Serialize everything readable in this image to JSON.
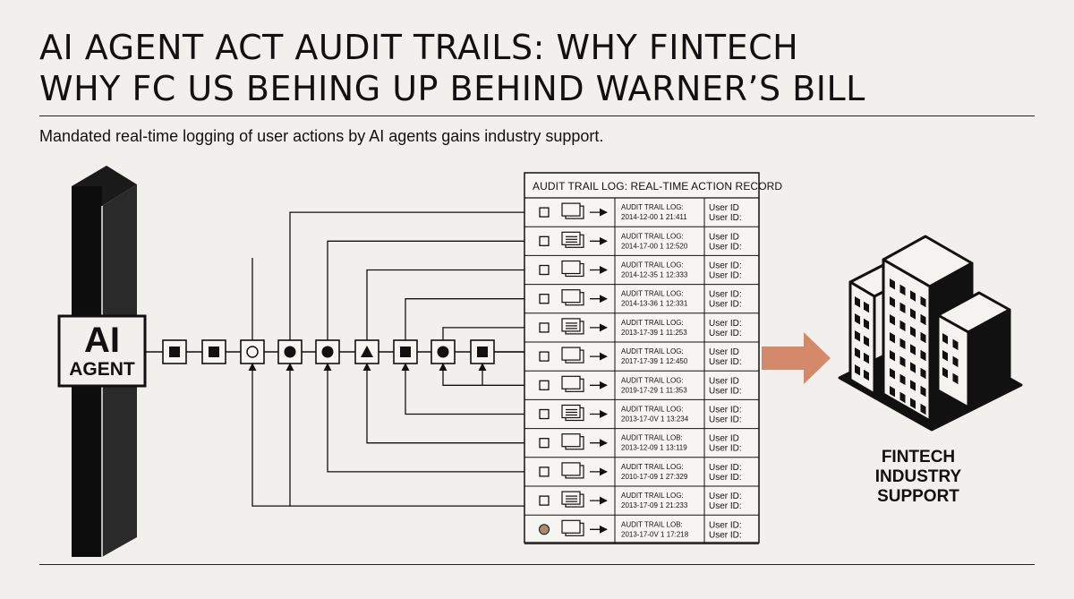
{
  "header": {
    "title_line1": "AI AGENT ACT AUDIT TRAILS: WHY FINTECH",
    "title_line2": "WHY FC US BEHING UP BEHIND WARNER’S BILL",
    "subtitle": "Mandated real-time logging of user actions by AI agents gains industry support."
  },
  "agent": {
    "line1": "AI",
    "line2": "AGENT"
  },
  "pipeline": {
    "nodes": [
      "square",
      "square",
      "circle-open",
      "circle",
      "circle",
      "triangle",
      "square",
      "circle",
      "square"
    ]
  },
  "log": {
    "title": "AUDIT TRAIL LOG: REAL-TIME ACTION RECORD",
    "rows": [
      {
        "label": "AUDIT TRAIL LOG:",
        "stamp": "2014-12-00 1 21:411",
        "uid1": "User ID",
        "uid2": "User ID:",
        "icon": "square"
      },
      {
        "label": "AUDIT TRAIL LOG:",
        "stamp": "2014-17-00 1 12:520",
        "uid1": "User ID",
        "uid2": "User ID:",
        "icon": "square"
      },
      {
        "label": "AUDIT TRAIL LOG:",
        "stamp": "2014-12-35 1 12:333",
        "uid1": "User ID:",
        "uid2": "User ID:",
        "icon": "square"
      },
      {
        "label": "AUDIT TRAIL LOG:",
        "stamp": "2014-13-36 1 12:331",
        "uid1": "User ID:",
        "uid2": "User ID:",
        "icon": "square"
      },
      {
        "label": "AUDIT TRAIL LOG:",
        "stamp": "2013-17-39 1 11:253",
        "uid1": "User ID:",
        "uid2": "User ID:",
        "icon": "square"
      },
      {
        "label": "AUDIT TRAIL LOG:",
        "stamp": "2017-17-39 1 12:450",
        "uid1": "User ID",
        "uid2": "User ID:",
        "icon": "square"
      },
      {
        "label": "AUDIT TRAIL LOG:",
        "stamp": "2019-17-29 1 11:353",
        "uid1": "User ID",
        "uid2": "User ID:",
        "icon": "square"
      },
      {
        "label": "AUDIT TRAIL LOG:",
        "stamp": "2013-17-0V 1 13:234",
        "uid1": "User ID:",
        "uid2": "User ID:",
        "icon": "square"
      },
      {
        "label": "AUDIT TRAIL LOB:",
        "stamp": "2013-12-09 1 13:119",
        "uid1": "User ID",
        "uid2": "User ID:",
        "icon": "square"
      },
      {
        "label": "AUDIT TRAIL LOG:",
        "stamp": "2010-17-09 1 27:329",
        "uid1": "User ID:",
        "uid2": "User ID:",
        "icon": "square"
      },
      {
        "label": "AUDIT TRAIL LOG:",
        "stamp": "2013-17-09 1 21:233",
        "uid1": "User ID:",
        "uid2": "User ID:",
        "icon": "square"
      },
      {
        "label": "AUDIT TRAIL LOB:",
        "stamp": "2013-17-0V 1 17:218",
        "uid1": "User ID:",
        "uid2": "User ID:",
        "icon": "circle-filled"
      }
    ]
  },
  "side": {
    "line1": "FINTECH",
    "line2": "INDUSTRY",
    "line3": "SUPPORT"
  },
  "colors": {
    "background": "#f1f0ec",
    "ink": "#111111",
    "accent": "#d4896a",
    "dot": "#a78a7a"
  },
  "icons": {
    "document": "document-stack-icon",
    "building": "office-building-icon",
    "arrow": "right-arrow-icon"
  }
}
